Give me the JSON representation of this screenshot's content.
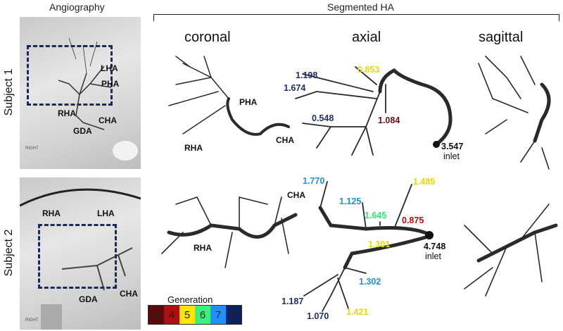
{
  "headers": {
    "angiography": "Angiography",
    "segmented": "Segmented HA"
  },
  "views": [
    "coronal",
    "axial",
    "sagittal"
  ],
  "subjects": [
    "Subject 1",
    "Subject 2"
  ],
  "subject1": {
    "angio_labels": [
      "LHA",
      "PHA",
      "RHA",
      "CHA",
      "GDA"
    ],
    "watermark": "RIGHT",
    "coronal_labels": [
      "PHA",
      "RHA",
      "CHA"
    ],
    "axial_values": [
      {
        "v": "1.198",
        "color": "#1f2d6b"
      },
      {
        "v": "0.853",
        "color": "#e8d900"
      },
      {
        "v": "1.674",
        "color": "#1f2d6b"
      },
      {
        "v": "0.548",
        "color": "#1f2d6b"
      },
      {
        "v": "1.084",
        "color": "#6b1010"
      },
      {
        "v": "3.547",
        "color": "#111111"
      }
    ],
    "inlet": "inlet"
  },
  "subject2": {
    "angio_labels": [
      "RHA",
      "LHA",
      "GDA",
      "CHA"
    ],
    "watermark": "RIGHT",
    "coronal_labels": [
      "CHA",
      "RHA"
    ],
    "axial_values": [
      {
        "v": "1.770",
        "color": "#1e90e0"
      },
      {
        "v": "1.485",
        "color": "#e8d900"
      },
      {
        "v": "1.125",
        "color": "#1e90e0"
      },
      {
        "v": "1.645",
        "color": "#2ee86a"
      },
      {
        "v": "0.875",
        "color": "#b01010"
      },
      {
        "v": "1.301",
        "color": "#e8d900"
      },
      {
        "v": "4.748",
        "color": "#111111"
      },
      {
        "v": "1.302",
        "color": "#1e90e0"
      },
      {
        "v": "1.187",
        "color": "#1f2d6b"
      },
      {
        "v": "1.070",
        "color": "#1f2d6b"
      },
      {
        "v": "1.421",
        "color": "#e8d900"
      }
    ],
    "inlet": "inlet"
  },
  "legend": {
    "title": "Generation",
    "items": [
      {
        "label": "3",
        "color": "#5a0a0a"
      },
      {
        "label": "4",
        "color": "#b00f0f"
      },
      {
        "label": "5",
        "color": "#ffe600"
      },
      {
        "label": "6",
        "color": "#3cf07c"
      },
      {
        "label": "7",
        "color": "#1e90ff"
      },
      {
        "label": "8",
        "color": "#0d2060"
      }
    ]
  }
}
